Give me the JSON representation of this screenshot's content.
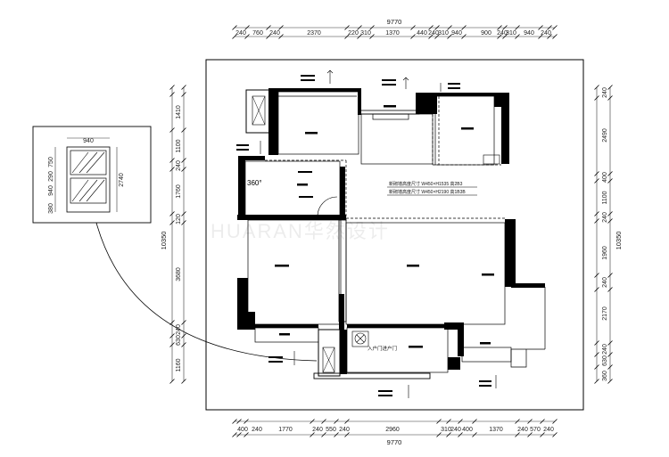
{
  "dimensions": {
    "top_total": "9770",
    "top_segments": [
      "240",
      "760",
      "240",
      "2370",
      "220",
      "310",
      "1370",
      "440",
      "240",
      "310",
      "940",
      "900",
      "240",
      "310",
      "940",
      "240"
    ],
    "bottom_total": "9770",
    "bottom_segments": [
      "400",
      "240",
      "1770",
      "240",
      "550",
      "240",
      "2960",
      "310",
      "240",
      "400",
      "1370",
      "240",
      "570",
      "240"
    ],
    "left_total": "10350",
    "left_segments": [
      "1410",
      "1100",
      "240",
      "1760",
      "120",
      "3680",
      "240",
      "630",
      "1160"
    ],
    "right_total": "10350",
    "right_segments": [
      "240",
      "2490",
      "400",
      "1100",
      "240",
      "1960",
      "240",
      "2170",
      "240",
      "630",
      "360"
    ],
    "detail_width": "940",
    "detail_height": "2740",
    "detail_segments": [
      "750",
      "290",
      "940",
      "380"
    ]
  },
  "annotations": {
    "angle_label": "360°",
    "note_line_1": "新砌墙高度尺寸 W450×H1535 高2B3",
    "note_line_2": "新砌墙高度尺寸 W450×H2190 高1B3B",
    "entrance_label": "入户门进户门"
  },
  "watermark": "HUARAN华然设计"
}
